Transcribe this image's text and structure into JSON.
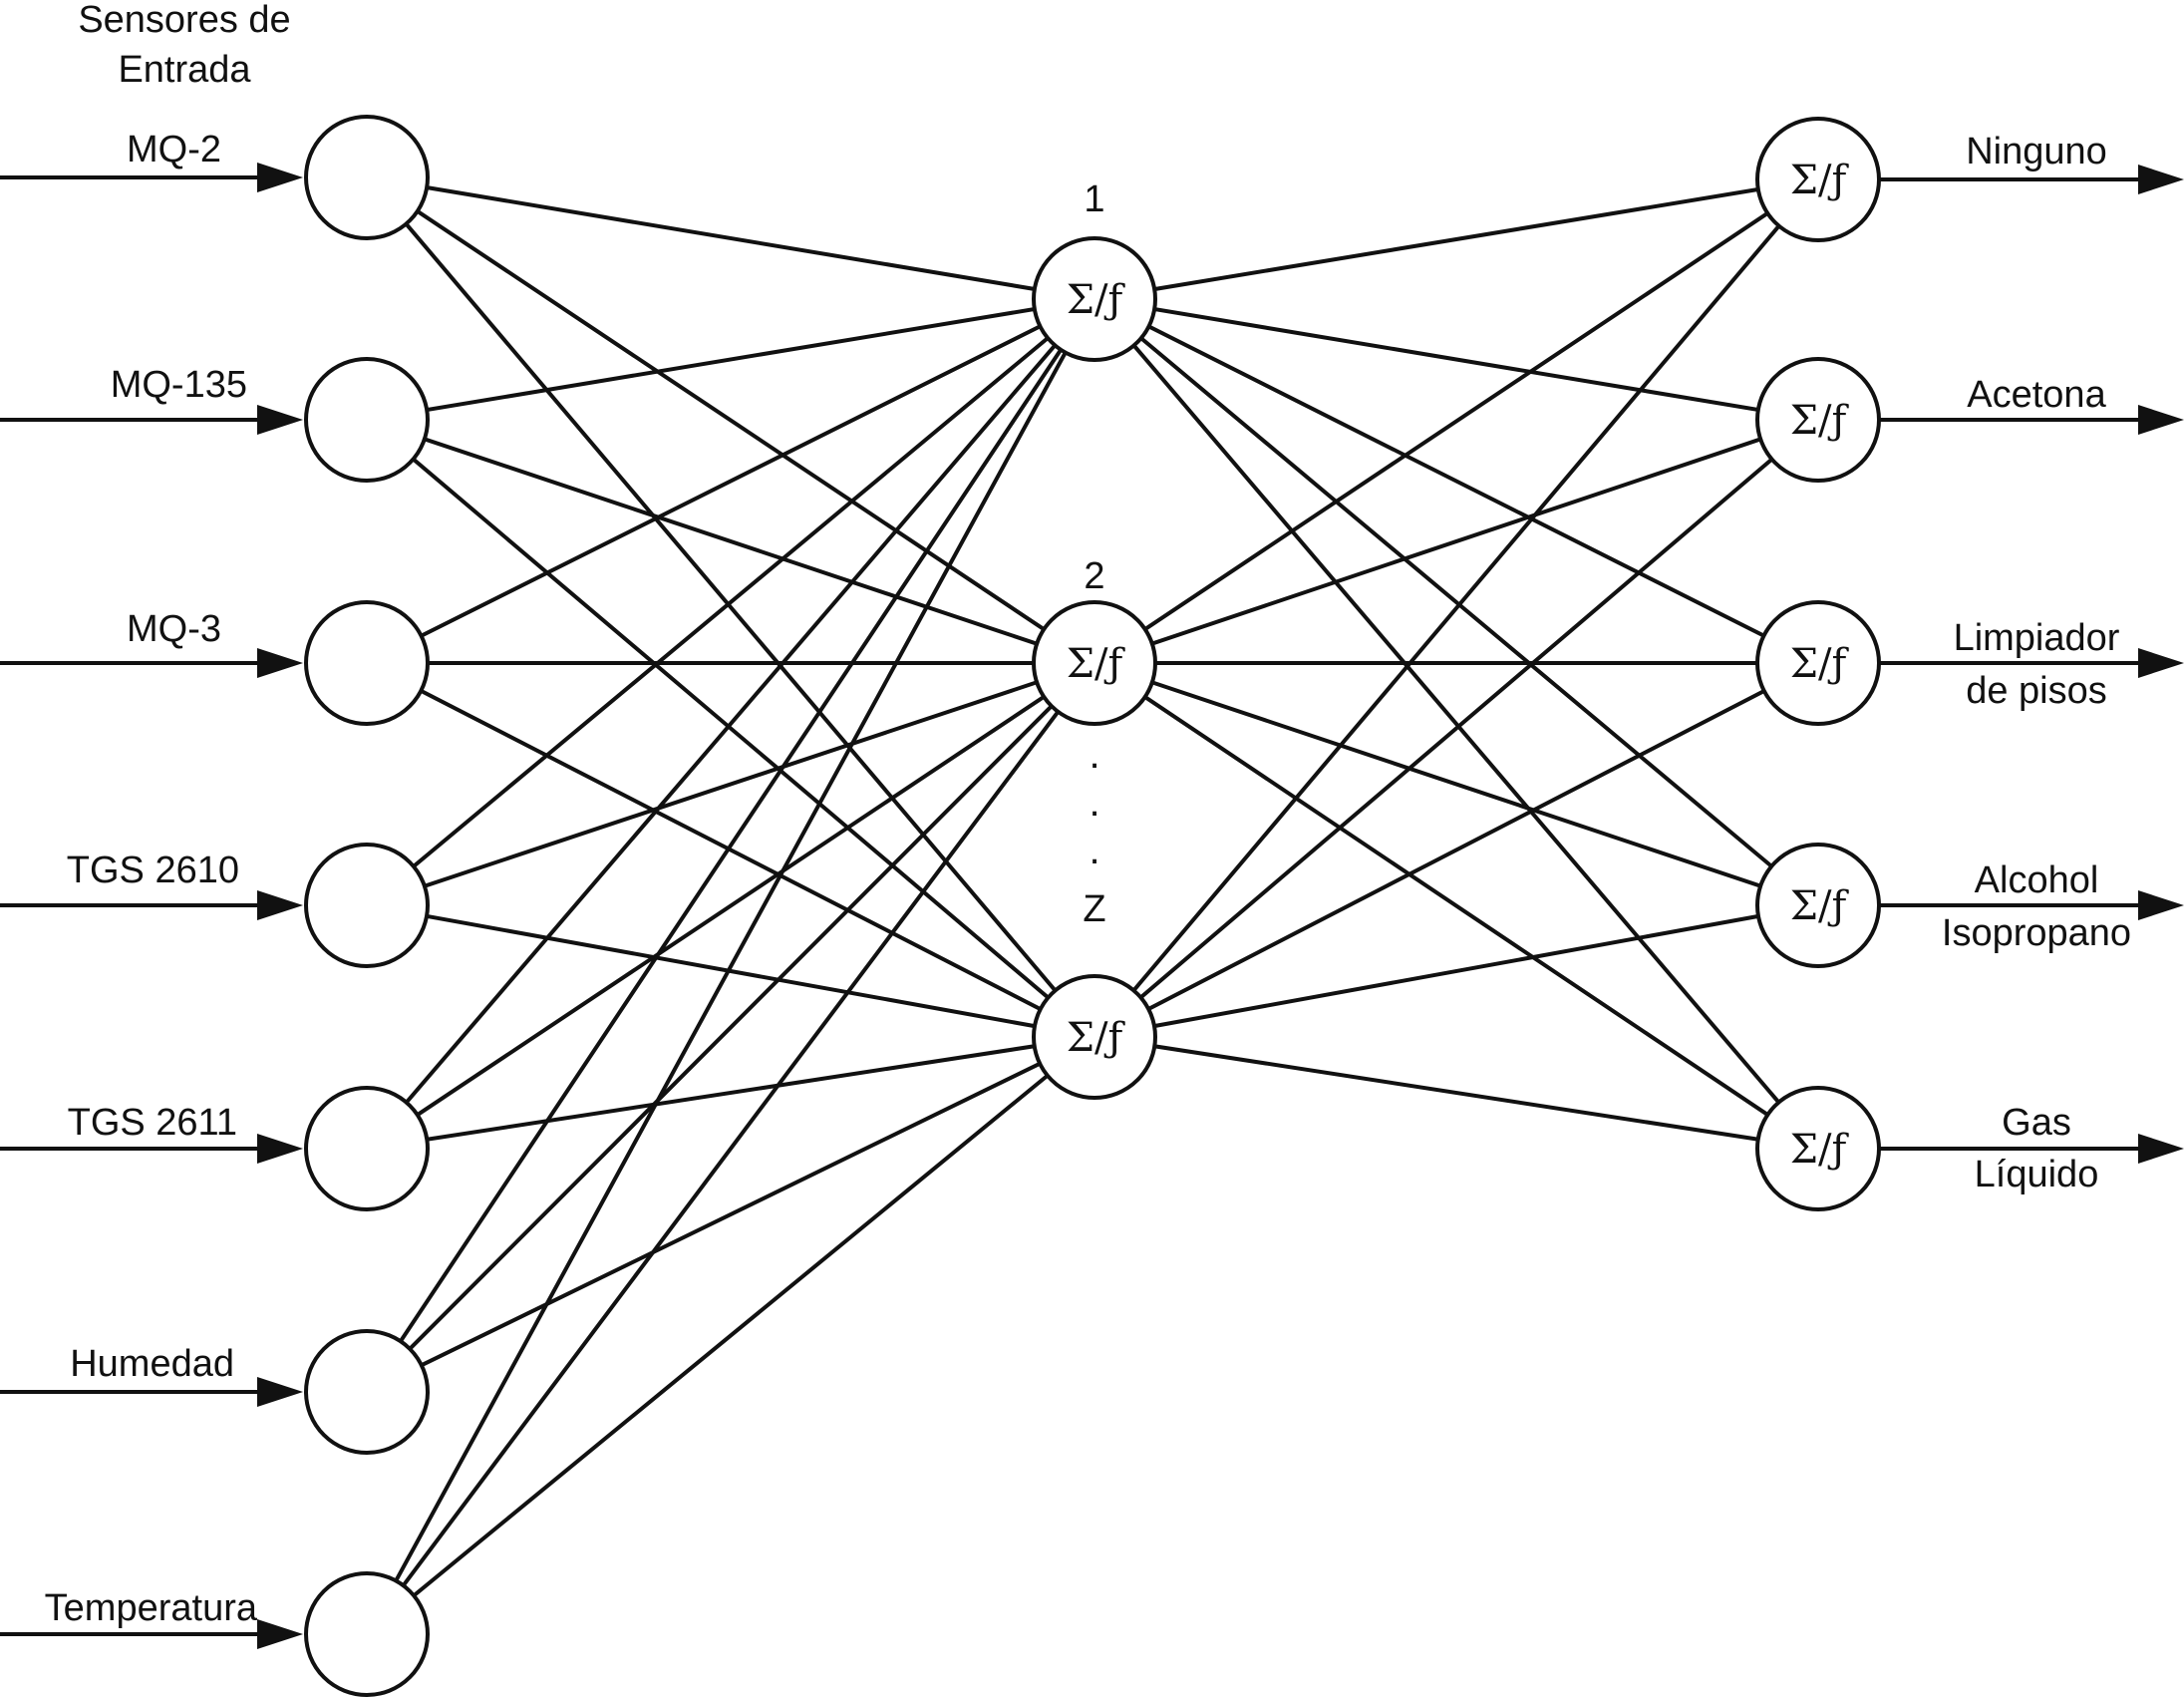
{
  "input_header": [
    "Sensores de",
    "Entrada"
  ],
  "inputs": [
    {
      "label": "MQ-2"
    },
    {
      "label": "MQ-135"
    },
    {
      "label": "MQ-3"
    },
    {
      "label": "TGS 2610"
    },
    {
      "label": "TGS 2611"
    },
    {
      "label": "Humedad"
    },
    {
      "label": "Temperatura"
    }
  ],
  "hidden": [
    {
      "index_label": "1",
      "symbol": "Σ/ƒ"
    },
    {
      "index_label": "2",
      "symbol": "Σ/ƒ"
    },
    {
      "index_label": "Z",
      "symbol": "Σ/ƒ"
    }
  ],
  "ellipsis": [
    ".",
    ".",
    "."
  ],
  "outputs": [
    {
      "symbol": "Σ/ƒ",
      "label": [
        "Ninguno"
      ]
    },
    {
      "symbol": "Σ/ƒ",
      "label": [
        "Acetona"
      ]
    },
    {
      "symbol": "Σ/ƒ",
      "label": [
        "Limpiador",
        "de pisos"
      ]
    },
    {
      "symbol": "Σ/ƒ",
      "label": [
        "Alcohol",
        "Isopropano"
      ]
    },
    {
      "symbol": "Σ/ƒ",
      "label": [
        "Gas",
        "Líquido"
      ]
    }
  ],
  "colors": {
    "stroke": "#111111",
    "background": "#ffffff"
  }
}
